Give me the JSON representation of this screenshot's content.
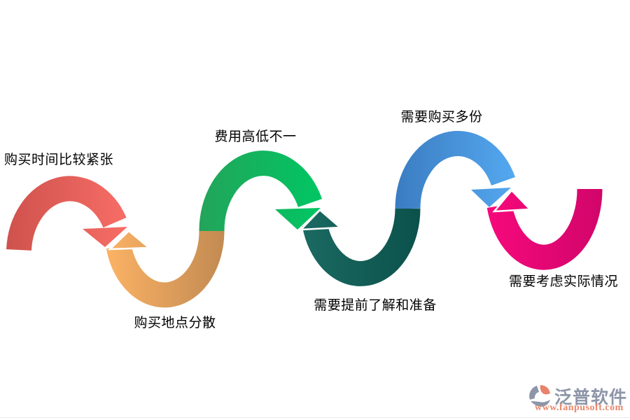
{
  "diagram": {
    "background": "#ffffff",
    "steps": [
      {
        "label": "购买时间比较紧张",
        "shape": "arch-down-arrow",
        "color_start": "#cf524d",
        "color_end": "#fa6f68"
      },
      {
        "label": "购买地点分散",
        "shape": "u-up-arrow",
        "color_start": "#fcb365",
        "color_end": "#c28a52"
      },
      {
        "label": "费用高低不一",
        "shape": "arch-down-arrow",
        "color_start": "#23a45a",
        "color_end": "#00c763"
      },
      {
        "label": "需要提前了解和准备",
        "shape": "u-up-arrow",
        "color_start": "#1b6a62",
        "color_end": "#0b514b"
      },
      {
        "label": "需要购买多份",
        "shape": "arch-down-arrow",
        "color_start": "#3b7cc1",
        "color_end": "#55aaf2"
      },
      {
        "label": "需要考虑实际情况",
        "shape": "u-up-arrow",
        "color_start": "#f7097c",
        "color_end": "#d1056a"
      }
    ]
  },
  "watermark": {
    "brand": "泛普软件",
    "url": "www.fanpusoft.com",
    "brand_color": "#8d96a8",
    "url_color": "#e9876b",
    "logo_gray": "#8d96a8",
    "logo_orange": "#e8836a"
  }
}
